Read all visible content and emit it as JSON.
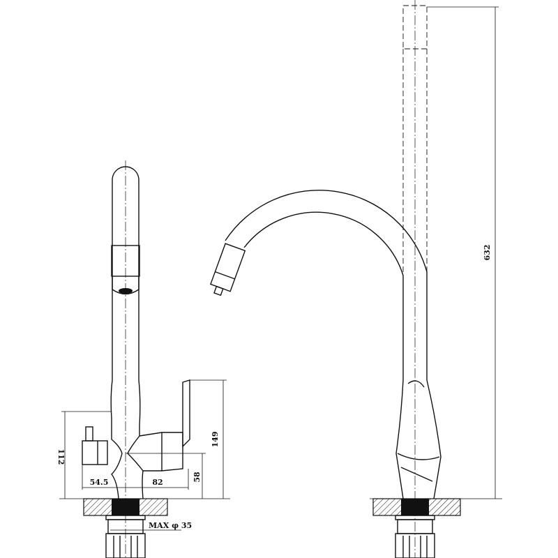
{
  "drawing": {
    "dimensions": {
      "total_height": "632",
      "handle_height": "149",
      "side_height": "112",
      "outlet_height": "58",
      "left_offset": "54.5",
      "right_offset": "82",
      "max_hole": "MAX φ 35"
    },
    "colors": {
      "line": "#111111",
      "fill_dark": "#111111",
      "background": "#ffffff"
    }
  }
}
